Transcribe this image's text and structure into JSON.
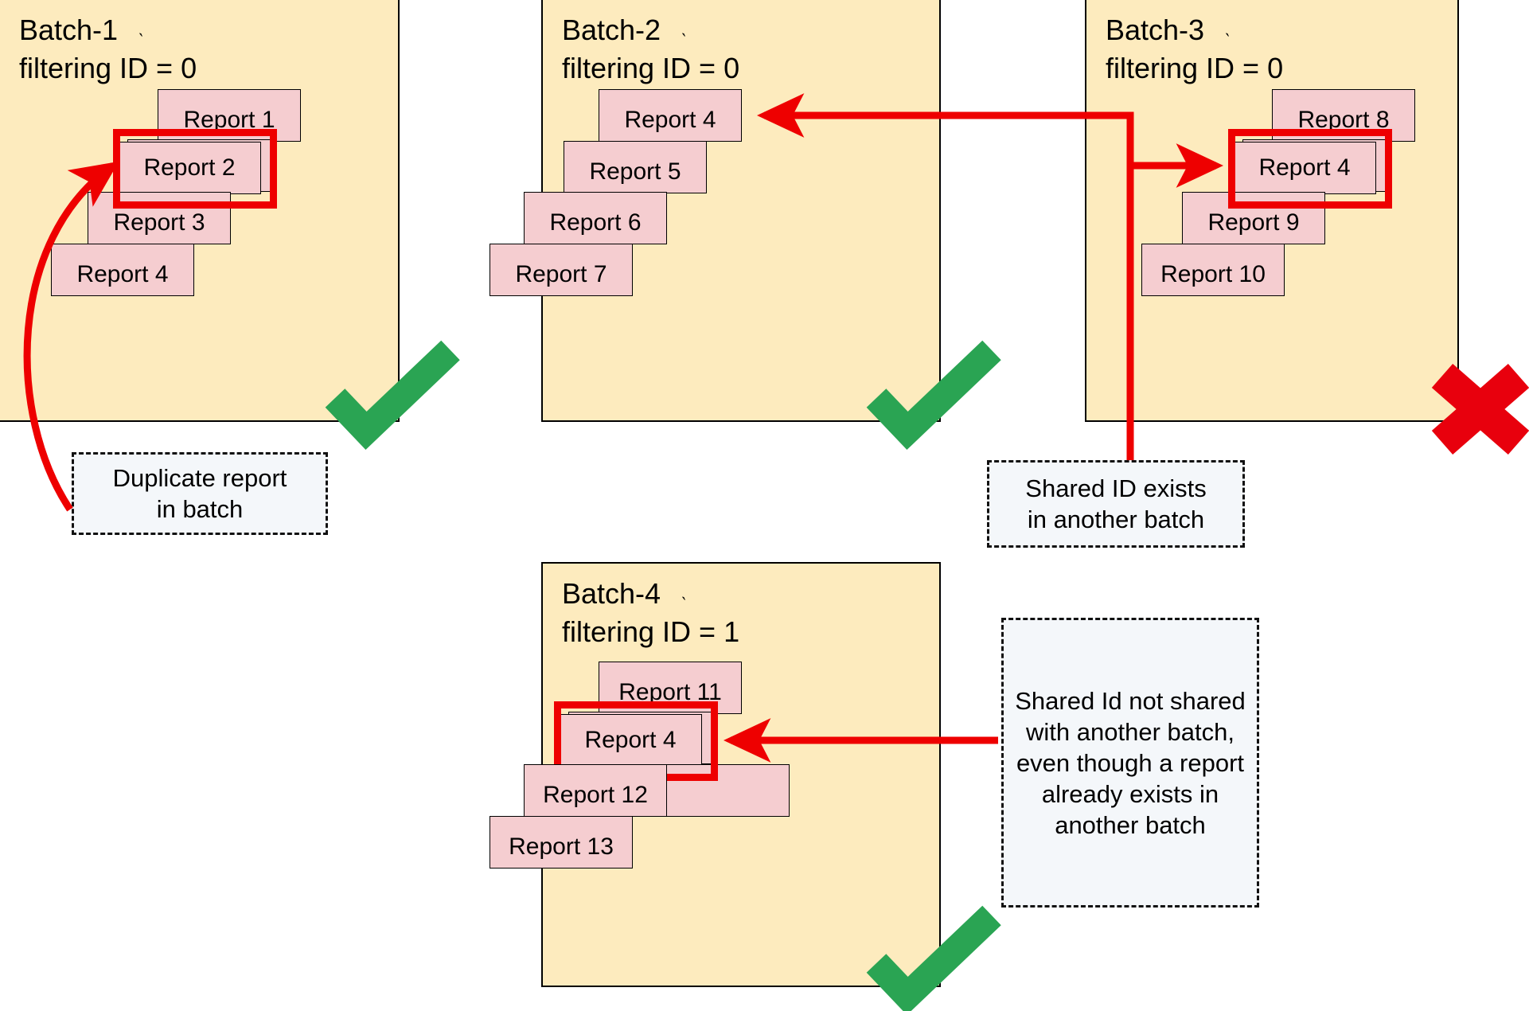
{
  "diagram": {
    "title_note": "Batch report deduplication / shared-ID validation diagram",
    "accent_red": "#ee0000",
    "accent_green": "#2aa453",
    "batch_fill": "#fdebbe",
    "report_fill": "#f5cdd0",
    "callout_fill": "#f4f7fa"
  },
  "batches": [
    {
      "id": "batch-1",
      "name": "Batch-1",
      "filter_label": "filtering ID = 0",
      "status": "valid",
      "status_icon": "green-check-icon",
      "highlighted_report": "Report 2",
      "reports": [
        {
          "label": "Report 1"
        },
        {
          "label": "Report 2"
        },
        {
          "label": "Report 3"
        },
        {
          "label": "Report 4"
        }
      ]
    },
    {
      "id": "batch-2",
      "name": "Batch-2",
      "filter_label": "filtering ID = 0",
      "status": "valid",
      "status_icon": "green-check-icon",
      "highlighted_report": "",
      "reports": [
        {
          "label": "Report 4"
        },
        {
          "label": "Report 5"
        },
        {
          "label": "Report 6"
        },
        {
          "label": "Report 7"
        }
      ]
    },
    {
      "id": "batch-3",
      "name": "Batch-3",
      "filter_label": "filtering ID = 0",
      "status": "invalid",
      "status_icon": "red-x-icon",
      "highlighted_report": "Report 4",
      "reports": [
        {
          "label": "Report 8"
        },
        {
          "label": "Report 4"
        },
        {
          "label": "Report 9"
        },
        {
          "label": "Report 10"
        }
      ]
    },
    {
      "id": "batch-4",
      "name": "Batch-4",
      "filter_label": "filtering ID = 1",
      "status": "valid",
      "status_icon": "green-check-icon",
      "highlighted_report": "Report 4",
      "reports": [
        {
          "label": "Report 11"
        },
        {
          "label": "Report 4"
        },
        {
          "label": "Report 12"
        },
        {
          "label": "Report 13"
        }
      ]
    }
  ],
  "callouts": [
    {
      "id": "callout-duplicate",
      "text": "Duplicate report\nin batch"
    },
    {
      "id": "callout-shared-id-exists",
      "text": "Shared ID exists\nin another batch"
    },
    {
      "id": "callout-shared-id-not-shared",
      "text": "Shared Id not shared with another batch, even though a report already exists in another batch"
    }
  ],
  "marks": {
    "tick": "`",
    "check_glyph": "check",
    "cross_glyph": "x"
  }
}
